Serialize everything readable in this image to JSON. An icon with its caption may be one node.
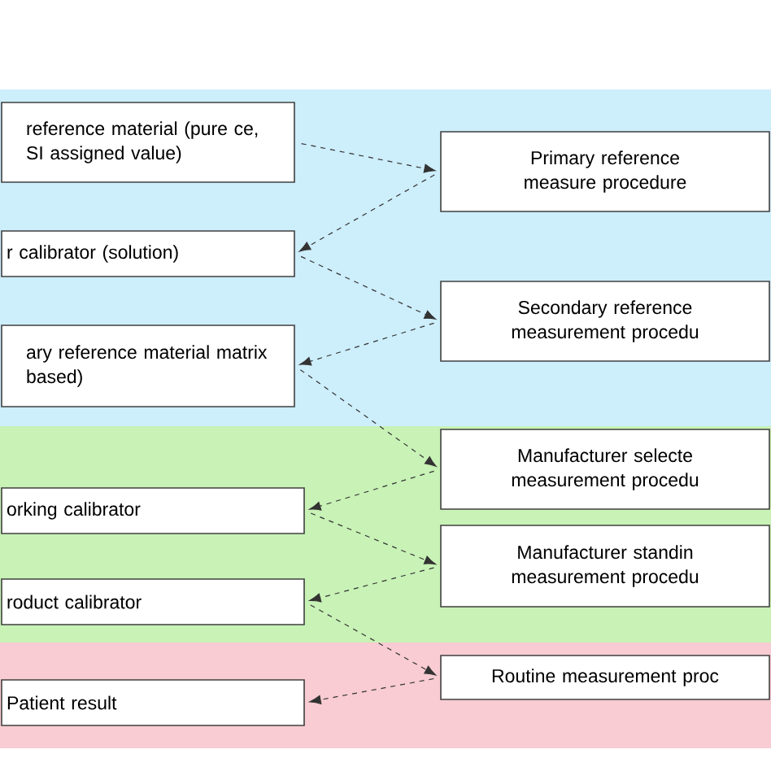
{
  "diagram": {
    "nodes": [
      {
        "text": [
          "reference material (pure ce, SI assigned value)"
        ]
      },
      {
        "text": [
          "Primary reference measure procedure"
        ]
      },
      {
        "text": [
          "r calibrator (solution)"
        ]
      },
      {
        "text": [
          "Secondary reference measurement procedu"
        ]
      },
      {
        "text": [
          "ary reference material matrix based)"
        ]
      },
      {
        "text": [
          "Manufacturer selecte measurement procedu"
        ]
      },
      {
        "text": [
          "orking calibrator"
        ]
      },
      {
        "text": [
          "Manufacturer standin measurement procedu"
        ]
      },
      {
        "text": [
          "roduct calibrator"
        ]
      },
      {
        "text": [
          "Routine measurement proc"
        ]
      },
      {
        "text": [
          "Patient result"
        ]
      }
    ],
    "edges": [
      {
        "from": 0,
        "to": 1,
        "arrow": "to",
        "style": "dashed"
      },
      {
        "from": 1,
        "to": 2,
        "arrow": "to",
        "style": "dashed"
      },
      {
        "from": 2,
        "to": 3,
        "arrow": "to",
        "style": "dashed"
      },
      {
        "from": 3,
        "to": 4,
        "arrow": "to",
        "style": "dashed"
      },
      {
        "from": 4,
        "to": 5,
        "arrow": "to",
        "style": "dashed"
      },
      {
        "from": 5,
        "to": 6,
        "arrow": "to",
        "style": "dashed"
      },
      {
        "from": 6,
        "to": 7,
        "arrow": "to",
        "style": "dashed"
      },
      {
        "from": 7,
        "to": 8,
        "arrow": "to",
        "style": "dashed"
      },
      {
        "from": 8,
        "to": 9,
        "arrow": "to",
        "style": "dashed"
      },
      {
        "from": 9,
        "to": 10,
        "arrow": "to",
        "style": "dashed"
      }
    ]
  }
}
